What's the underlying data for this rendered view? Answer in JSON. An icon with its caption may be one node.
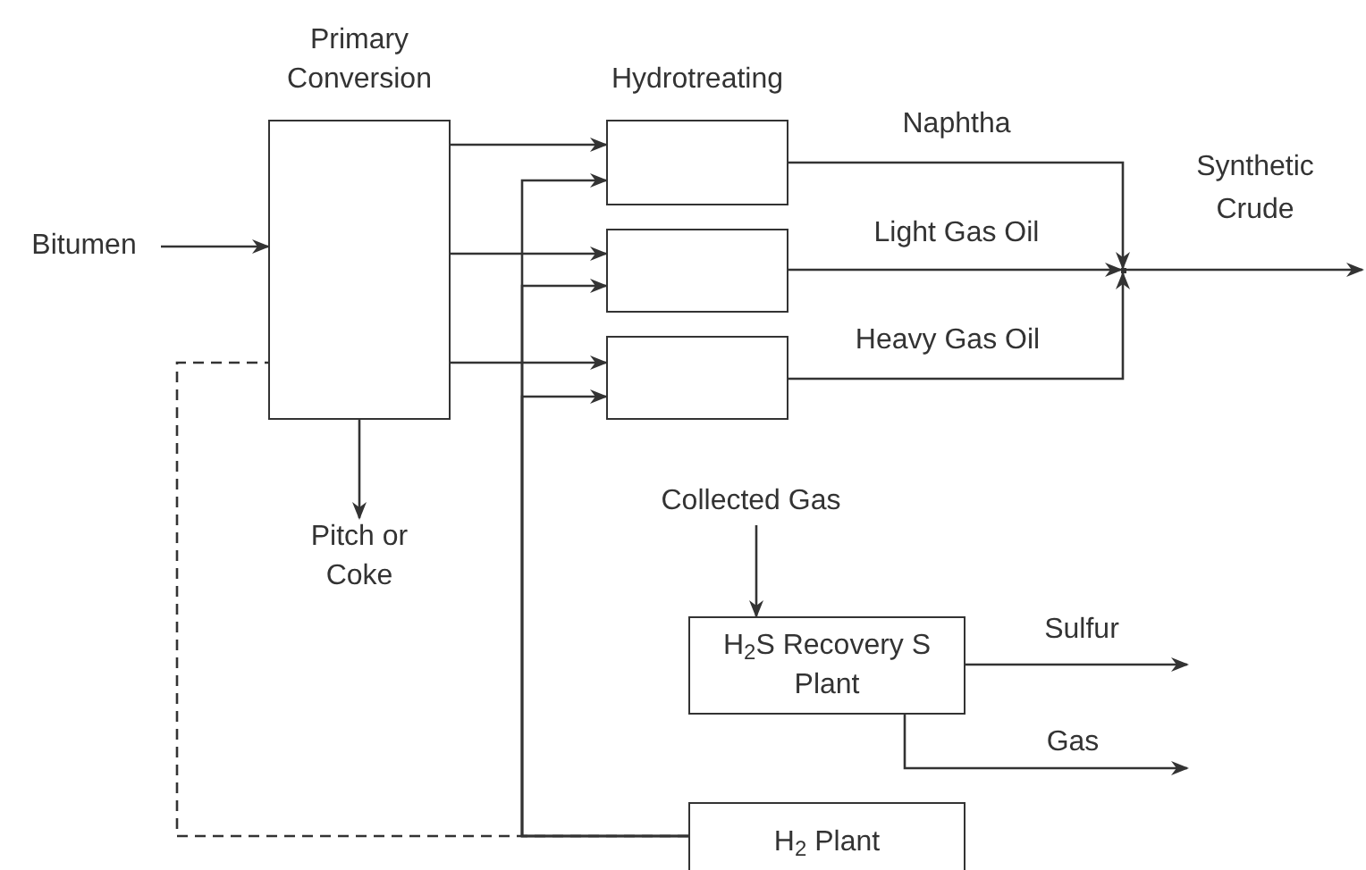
{
  "diagram": {
    "nodes": [
      {
        "text": [
          "Bitumen"
        ]
      },
      {
        "text": [
          "Primary Conversion"
        ]
      },
      {
        "text": [
          "Hydrotreating"
        ]
      },
      {
        "text": [],
        "shape": "box"
      },
      {
        "text": [],
        "shape": "box"
      },
      {
        "text": [],
        "shape": "point"
      },
      {
        "text": [
          "Pitch or Coke"
        ]
      },
      {
        "text": [
          "Collected Gas"
        ]
      },
      {
        "text": [
          "H$_{2}$S Recovery S Plant"
        ]
      },
      {
        "text": [
          "H$_{2}$ Plant"
        ]
      }
    ],
    "edges": [
      {
        "from": 0,
        "to": 1,
        "arrow": "to"
      },
      {
        "from": 1,
        "to": 2,
        "arrow": "to"
      },
      {
        "from": 1,
        "to": 3,
        "arrow": "to"
      },
      {
        "from": 1,
        "to": 4,
        "arrow": "to"
      },
      {
        "from": 9,
        "to": 2,
        "arrow": "to"
      },
      {
        "from": 9,
        "to": 3,
        "arrow": "to"
      },
      {
        "from": 9,
        "to": 4,
        "arrow": "to"
      },
      {
        "from": 9,
        "to": 1,
        "arrow": "none",
        "style": "dashed"
      },
      {
        "from": 2,
        "to": 5,
        "arrow": "to",
        "label": "Naphtha"
      },
      {
        "from": 3,
        "to": 5,
        "arrow": "to",
        "label": "Light Gas Oil"
      },
      {
        "from": 4,
        "to": 5,
        "arrow": "to",
        "label": "Heavy Gas Oil"
      },
      {
        "from": 5,
        "to": null,
        "arrow": "to",
        "label": "Synthetic Crude"
      },
      {
        "from": 1,
        "to": 6,
        "arrow": "to"
      },
      {
        "from": 7,
        "to": 8,
        "arrow": "to"
      },
      {
        "from": 8,
        "to": null,
        "arrow": "to",
        "label": "Sulfur"
      },
      {
        "from": 8,
        "to": null,
        "arrow": "to",
        "label": "Gas"
      }
    ]
  }
}
